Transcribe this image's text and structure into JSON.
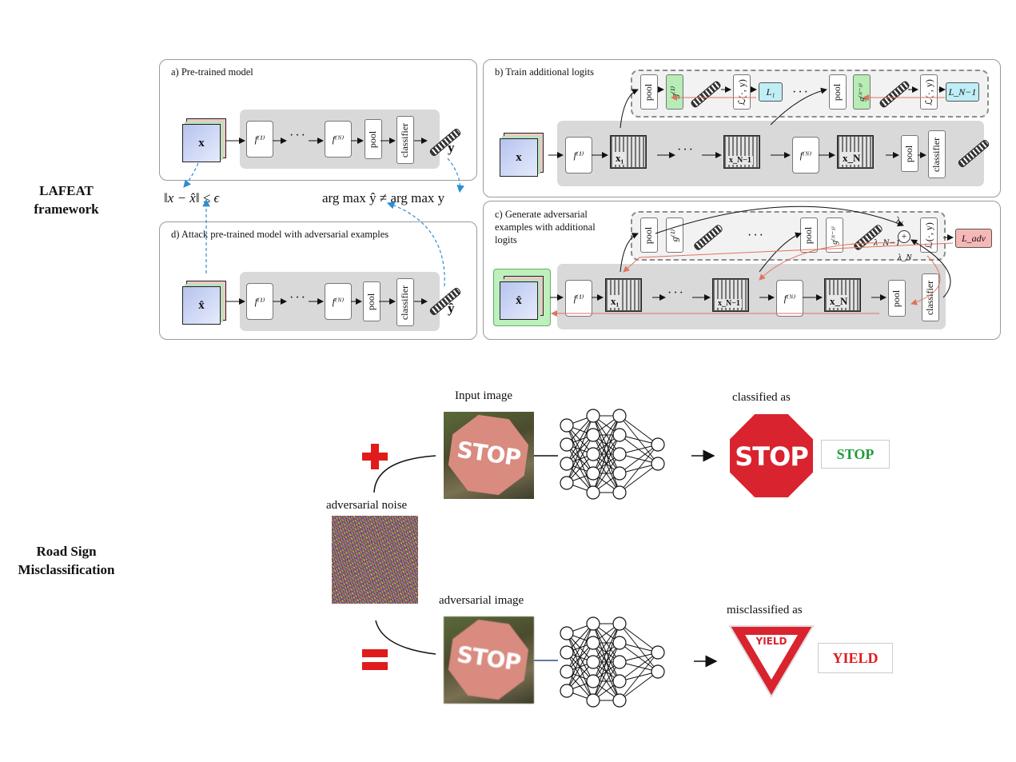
{
  "labels": {
    "lafeat_line1": "LAFEAT",
    "lafeat_line2": "framework",
    "roadsign_line1": "Road Sign",
    "roadsign_line2": "Misclassification"
  },
  "panel_a": {
    "title": "a) Pre-trained model",
    "input": "x",
    "f1": "f⁽¹⁾",
    "fN": "f⁽ᴺ⁾",
    "pool": "pool",
    "classifier": "classifier",
    "output": "y"
  },
  "panel_b": {
    "title": "b) Train additional logits",
    "input": "x",
    "f1": "f⁽¹⁾",
    "x1": "x₁",
    "xN1": "x_N−1",
    "fN": "f⁽ᴺ⁾",
    "xN": "x_N",
    "pool": "pool",
    "classifier": "classifier",
    "g1": "g⁽¹⁾",
    "gN1": "g⁽ᴺ⁻¹⁾",
    "loss": "ℒ(·, y)",
    "L1": "L₁",
    "LN1": "L_N−1"
  },
  "panel_c": {
    "title_line1": "c) Generate adversarial",
    "title_line2": "examples with additional",
    "title_line3": "logits",
    "input": "x̂",
    "f1": "f⁽¹⁾",
    "x1": "x₁",
    "xN1": "x_N−1",
    "fN": "f⁽ᴺ⁾",
    "xN": "x_N",
    "pool": "pool",
    "classifier": "classifier",
    "g1": "g⁽¹⁾",
    "gN1": "g⁽ᴺ⁻¹⁾",
    "loss": "ℒ(·, y)",
    "Ladv": "L_adv",
    "lambda1": "λ₁",
    "lambdaN1": "λ_N−1",
    "lambdaN": "λ_N"
  },
  "panel_d": {
    "title": "d) Attack pre-trained model with adversarial examples",
    "input": "x̂",
    "f1": "f⁽¹⁾",
    "fN": "f⁽ᴺ⁾",
    "pool": "pool",
    "classifier": "classifier",
    "output": "ŷ"
  },
  "equations": {
    "constraint": "‖x − x̂‖ ≤ ϵ",
    "argmax": "arg max ŷ ≠ arg max y"
  },
  "roadsign": {
    "input_caption": "Input image",
    "classified_caption": "classified as",
    "stop_sign_text": "STOP",
    "stop_result": "STOP",
    "noise_caption": "adversarial noise",
    "adv_caption": "adversarial image",
    "misclassified_caption": "misclassified as",
    "yield_sign_text": "YIELD",
    "yield_result": "YIELD",
    "stop_color": "#1e9c3c",
    "yield_color": "#e01b1b",
    "sign_red": "#d9232e"
  }
}
